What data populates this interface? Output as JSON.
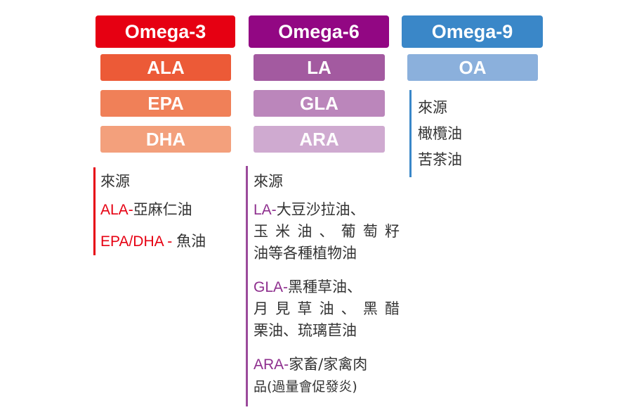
{
  "columns": [
    {
      "title": "Omega-3",
      "color": "#e60012",
      "items": [
        {
          "label": "ALA",
          "color": "#ec5a37"
        },
        {
          "label": "EPA",
          "color": "#f08058"
        },
        {
          "label": "DHA",
          "color": "#f3a07c"
        }
      ]
    },
    {
      "title": "Omega-6",
      "color": "#920783",
      "items": [
        {
          "label": "LA",
          "color": "#a35aa0"
        },
        {
          "label": "GLA",
          "color": "#bb86bb"
        },
        {
          "label": "ARA",
          "color": "#cfaad0"
        }
      ]
    },
    {
      "title": "Omega-9",
      "color": "#3a87c8",
      "items": [
        {
          "label": "OA",
          "color": "#8bb0dc"
        }
      ]
    }
  ],
  "omega3_sources": {
    "heading": "來源",
    "ala_prefix": "ALA-",
    "ala_text": "亞麻仁油",
    "epa_prefix": "EPA/DHA - ",
    "epa_text": "魚油"
  },
  "omega6_sources": {
    "heading": "來源",
    "la_prefix": "LA-",
    "la_l1": "大豆沙拉油、",
    "la_l2": "玉米油、葡萄籽",
    "la_l3": "油等各種植物油",
    "gla_prefix": "GLA-",
    "gla_l1": "黑種草油、",
    "gla_l2": "月見草油、黑醋",
    "gla_l3": "栗油、琉璃苣油",
    "ara_prefix": "ARA-",
    "ara_l1": "家畜/家禽肉",
    "ara_l2": "品(過量會促發炎)"
  },
  "omega9_sources": {
    "heading": "來源",
    "l1": "橄欖油",
    "l2": "苦茶油"
  }
}
